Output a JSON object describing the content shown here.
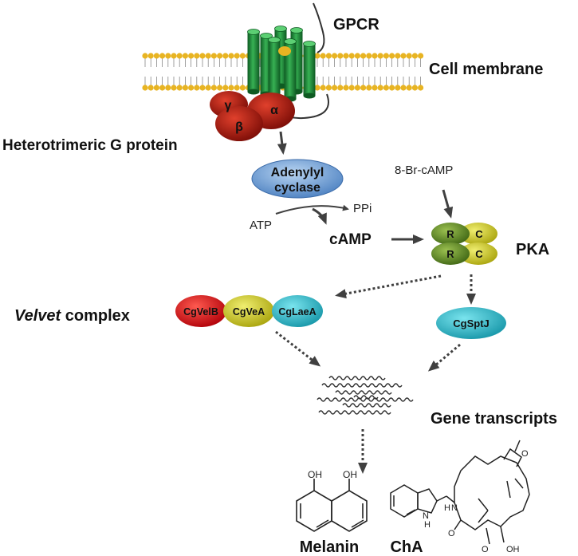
{
  "labels": {
    "gpcr": "GPCR",
    "membrane": "Cell membrane",
    "g_protein": "Heterotrimeric G protein",
    "gamma": "γ",
    "beta": "β",
    "alpha": "α",
    "adenylyl_line1": "Adenylyl",
    "adenylyl_line2": "cyclase",
    "atp": "ATP",
    "ppi": "PPi",
    "camp": "cAMP",
    "br_camp": "8-Br-cAMP",
    "pka": "PKA",
    "pka_r": "R",
    "pka_c": "C",
    "velvet_italic": "Velvet",
    "velvet_rest": " complex",
    "velb": "CgVelB",
    "vea": "CgVeA",
    "laea": "CgLaeA",
    "sptj": "CgSptJ",
    "gene_transcripts": "Gene transcripts",
    "melanin": "Melanin",
    "cha": "ChA",
    "oh": "OH",
    "o": "O",
    "h": "H",
    "n": "N"
  },
  "colors": {
    "membrane_head": "#e8b422",
    "helix": "#1e8c3a",
    "g_protein": "#b01c10",
    "adenylyl_cyclase": "#6fa2d8",
    "pka_r": "#5d8a23",
    "pka_c": "#c8c820",
    "velb": "#d8101a",
    "vea": "#c8c21c",
    "laea": "#22b2c2",
    "sptj": "#22b2c2",
    "arrow": "#404040"
  }
}
